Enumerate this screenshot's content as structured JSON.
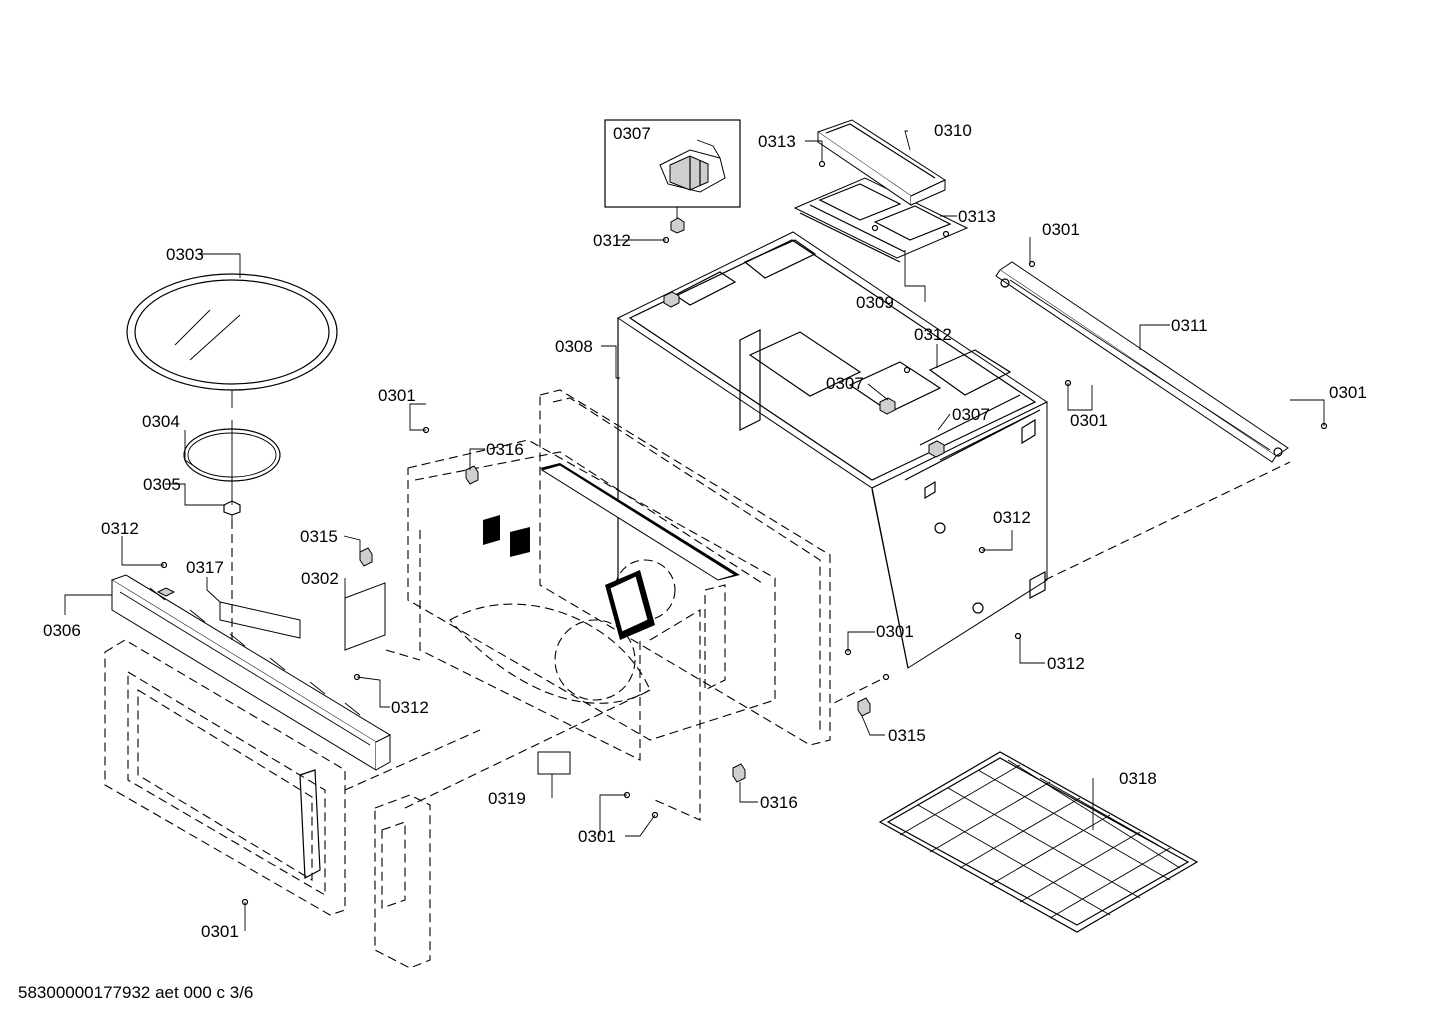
{
  "diagram": {
    "parts": [
      {
        "id": "p1",
        "label": "0307"
      },
      {
        "id": "p2",
        "label": "0313"
      },
      {
        "id": "p3",
        "label": "0310"
      },
      {
        "id": "p4",
        "label": "0313"
      },
      {
        "id": "p5",
        "label": "0312"
      },
      {
        "id": "p6",
        "label": "0301"
      },
      {
        "id": "p7",
        "label": "0303"
      },
      {
        "id": "p8",
        "label": "0309"
      },
      {
        "id": "p9",
        "label": "0311"
      },
      {
        "id": "p10",
        "label": "0312"
      },
      {
        "id": "p11",
        "label": "0308"
      },
      {
        "id": "p12",
        "label": "0301"
      },
      {
        "id": "p13",
        "label": "0307"
      },
      {
        "id": "p14",
        "label": "0307"
      },
      {
        "id": "p15",
        "label": "0301"
      },
      {
        "id": "p16",
        "label": "0301"
      },
      {
        "id": "p17",
        "label": "0304"
      },
      {
        "id": "p18",
        "label": "0316"
      },
      {
        "id": "p19",
        "label": "0305"
      },
      {
        "id": "p20",
        "label": "0312"
      },
      {
        "id": "p21",
        "label": "0312"
      },
      {
        "id": "p22",
        "label": "0315"
      },
      {
        "id": "p23",
        "label": "0317"
      },
      {
        "id": "p24",
        "label": "0302"
      },
      {
        "id": "p25",
        "label": "0306"
      },
      {
        "id": "p26",
        "label": "0301"
      },
      {
        "id": "p27",
        "label": "0312"
      },
      {
        "id": "p28",
        "label": "0312"
      },
      {
        "id": "p29",
        "label": "0315"
      },
      {
        "id": "p30",
        "label": "0318"
      },
      {
        "id": "p31",
        "label": "0319"
      },
      {
        "id": "p32",
        "label": "0316"
      },
      {
        "id": "p33",
        "label": "0301"
      },
      {
        "id": "p34",
        "label": "0301"
      }
    ]
  },
  "footer": {
    "code": "58300000177932 aet 000 c 3/6"
  }
}
